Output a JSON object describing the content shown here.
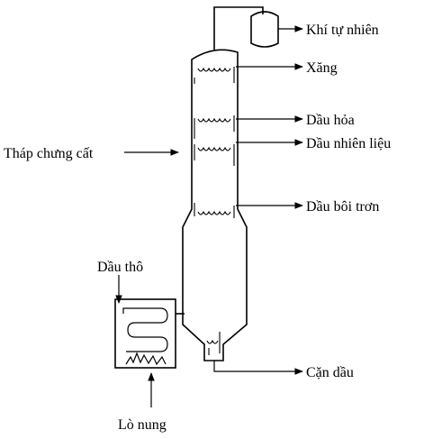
{
  "labels": {
    "natural_gas": "Khí tự nhiên",
    "gasoline": "Xăng",
    "kerosene": "Dầu hỏa",
    "fuel_oil": "Dầu nhiên liệu",
    "lubricating_oil": "Dầu bôi trơn",
    "residue": "Cặn dầu",
    "column": "Tháp chưng cất",
    "crude_oil": "Dầu thô",
    "furnace": "Lò nung"
  }
}
